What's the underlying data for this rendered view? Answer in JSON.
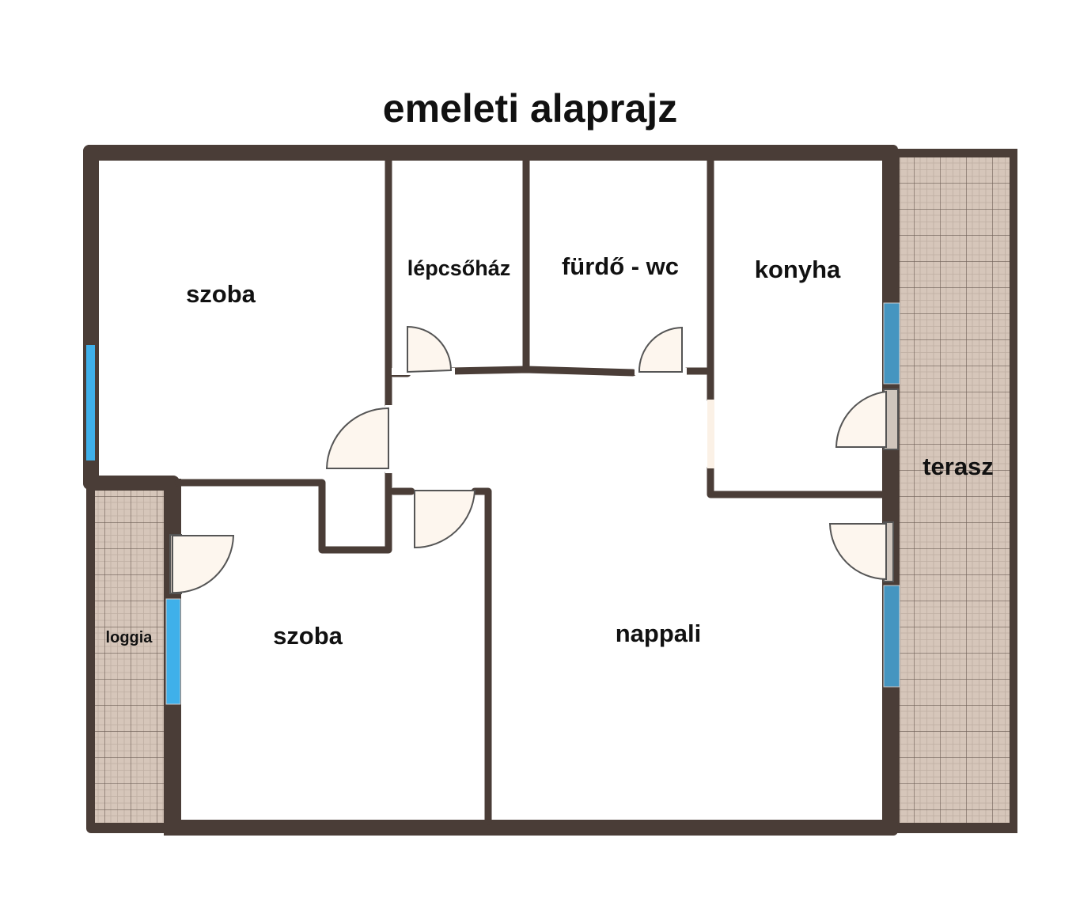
{
  "title": "emeleti alaprajz",
  "rooms": {
    "szoba_1": "szoba",
    "lepcsohaz": "lépcsőház",
    "furdo": "fürdő - wc",
    "konyha": "konyha",
    "terasz": "terasz",
    "loggia": "loggia",
    "szoba_2": "szoba",
    "nappali": "nappali"
  },
  "colors": {
    "wall": "#4a3d37",
    "tile": "#d6c6ba",
    "window_light": "#3fb0ea",
    "window": "#4595c0",
    "door_fill": "#fdf6ee"
  }
}
